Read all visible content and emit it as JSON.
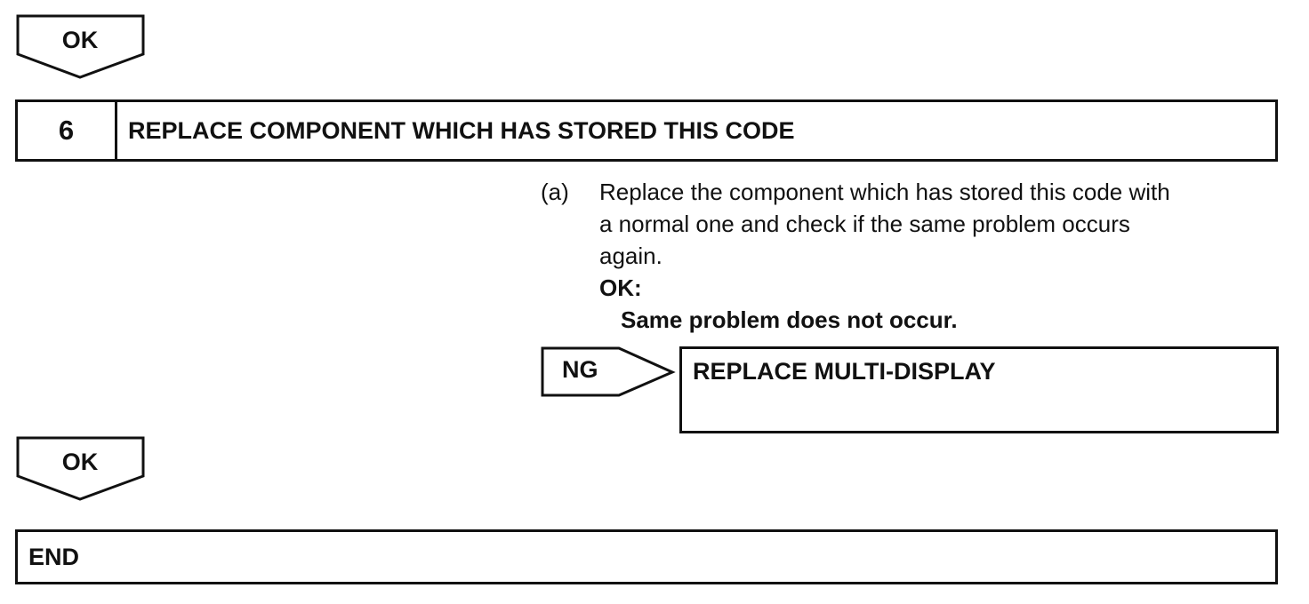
{
  "top_ok_label": "OK",
  "step": {
    "number": "6",
    "title": "REPLACE COMPONENT WHICH HAS STORED THIS CODE"
  },
  "instruction": {
    "marker": "(a)",
    "lines": [
      "Replace the component which has stored this code with",
      "a normal one and check if the same problem occurs",
      "again."
    ],
    "ok_label": "OK:",
    "ok_result": "Same problem does not occur."
  },
  "ng_branch": {
    "label": "NG",
    "result": "REPLACE MULTI-DISPLAY"
  },
  "bottom_ok_label": "OK",
  "end_label": "END"
}
